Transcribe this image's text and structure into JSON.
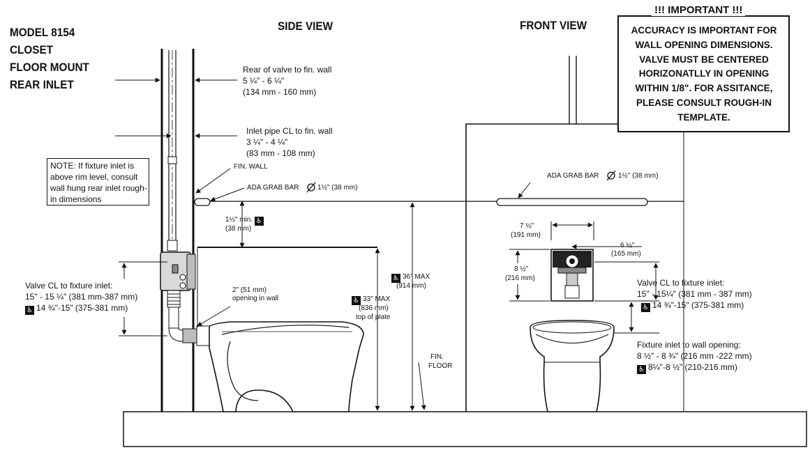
{
  "model": {
    "line1": "MODEL  8154",
    "line2": "CLOSET",
    "line3": "FLOOR MOUNT",
    "line4": "REAR INLET"
  },
  "views": {
    "side": "SIDE VIEW",
    "front": "FRONT VIEW"
  },
  "important": {
    "title": "!!! IMPORTANT !!!",
    "text": "ACCURACY IS IMPORTANT FOR WALL OPENING DIMENSIONS. VALVE MUST BE CENTERED HORIZONATLLY IN OPENING WITHIN 1/8\". FOR ASSITANCE, PLEASE CONSULT ROUGH-IN TEMPLATE."
  },
  "note": {
    "text": "NOTE: If fixture inlet is above rim level, consult wall hung rear inlet rough-in dimensions"
  },
  "side_labels": {
    "rear_valve_title": "Rear of valve to fin. wall",
    "rear_valve_in": "5 ¼\" - 6 ¼\"",
    "rear_valve_mm": "(134 mm - 160 mm)",
    "inlet_pipe_title": "Inlet pipe CL to fin. wall",
    "inlet_pipe_in": "3 ¼\" - 4 ¼\"",
    "inlet_pipe_mm": "(83 mm - 108 mm)",
    "fin_wall": "FIN. WALL",
    "ada_grab_bar": "ADA GRAB BAR",
    "grab_bar_size": "1½\" (38 mm)",
    "min_clear_in": "1½\" min.",
    "min_clear_mm": "(38 mm)",
    "valve_cl_title": "Valve CL to fixture inlet:",
    "valve_cl_range": "15\" - 15 ¼\" (381 mm-387 mm)",
    "valve_cl_ada": "14 ¾\"-15\" (375-381 mm)",
    "opening_in": "2\" (51 mm)",
    "opening_text": "opening in wall",
    "max33_in": "33\" MAX",
    "max33_mm": "(836 mm)",
    "max33_text": "top of plate",
    "max36_in": "36\" MAX",
    "max36_mm": "(914 mm)",
    "fin_floor_1": "FIN.",
    "fin_floor_2": "FLOOR"
  },
  "front_labels": {
    "ada_grab_bar": "ADA GRAB BAR",
    "grab_bar_size": "1½\" (38 mm)",
    "width_in": "7 ½\"",
    "width_mm": "(191 mm)",
    "box_w_in": "6 ½\"",
    "box_w_mm": "(165 mm)",
    "height_in": "8 ½\"",
    "height_mm": "(216 mm)",
    "valve_cl_title": "Valve CL to fixture inlet:",
    "valve_cl_range": "15\" - 15¼\" (381 mm - 387 mm)",
    "valve_cl_ada": "14 ¾\"-15\" (375-381 mm)",
    "fixture_inlet_title": "Fixture inlet to wall opening:",
    "fixture_inlet_range": "8 ½\" - 8 ¾\" (216 mm -222 mm)",
    "fixture_inlet_ada": "8¼\"-8 ½\" (210-216 mm)"
  },
  "icons": {
    "ada": "wheelchair-icon",
    "diameter": "diameter-symbol-icon"
  },
  "colors": {
    "ink": "#111111",
    "paper": "#ffffff",
    "shade": "#9a9a9a"
  }
}
